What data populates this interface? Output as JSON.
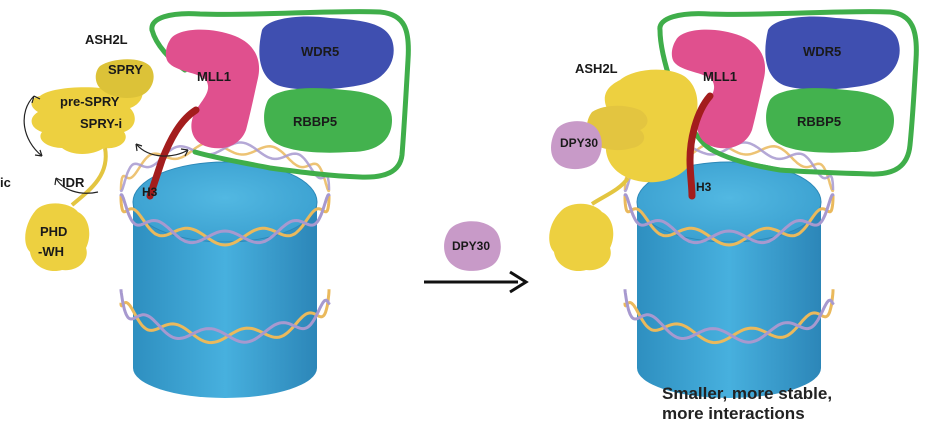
{
  "left_panel": {
    "labels": {
      "ash2l": "ASH2L",
      "spry": "SPRY",
      "pre_spry": "pre-SPRY",
      "spry_i": "SPRY-i",
      "idr": "IDR",
      "phd_wh_line1": "PHD",
      "phd_wh_line2": "-WH",
      "mll1": "MLL1",
      "wdr5": "WDR5",
      "rbbp5": "RBBP5",
      "h3": "H3",
      "cropped_edge": "ic"
    }
  },
  "middle": {
    "dpy30": "DPY30"
  },
  "right_panel": {
    "labels": {
      "ash2l": "ASH2L",
      "dpy30": "DPY30",
      "mll1": "MLL1",
      "wdr5": "WDR5",
      "rbbp5": "RBBP5",
      "h3": "H3"
    },
    "caption_line1": "Smaller, more stable,",
    "caption_line2": "more interactions"
  },
  "colors": {
    "nucleosome": "#3ba3d1",
    "mll1": "#e0508e",
    "wdr5": "#3f4fb0",
    "rbbp5": "#43b24e",
    "ash2l": "#edd040",
    "dpy30": "#c89ac8",
    "h3_tail": "#a31d1d",
    "complex_outline": "#3fae4a",
    "dna_orange": "#eab95c",
    "dna_purple": "#a799cf"
  }
}
